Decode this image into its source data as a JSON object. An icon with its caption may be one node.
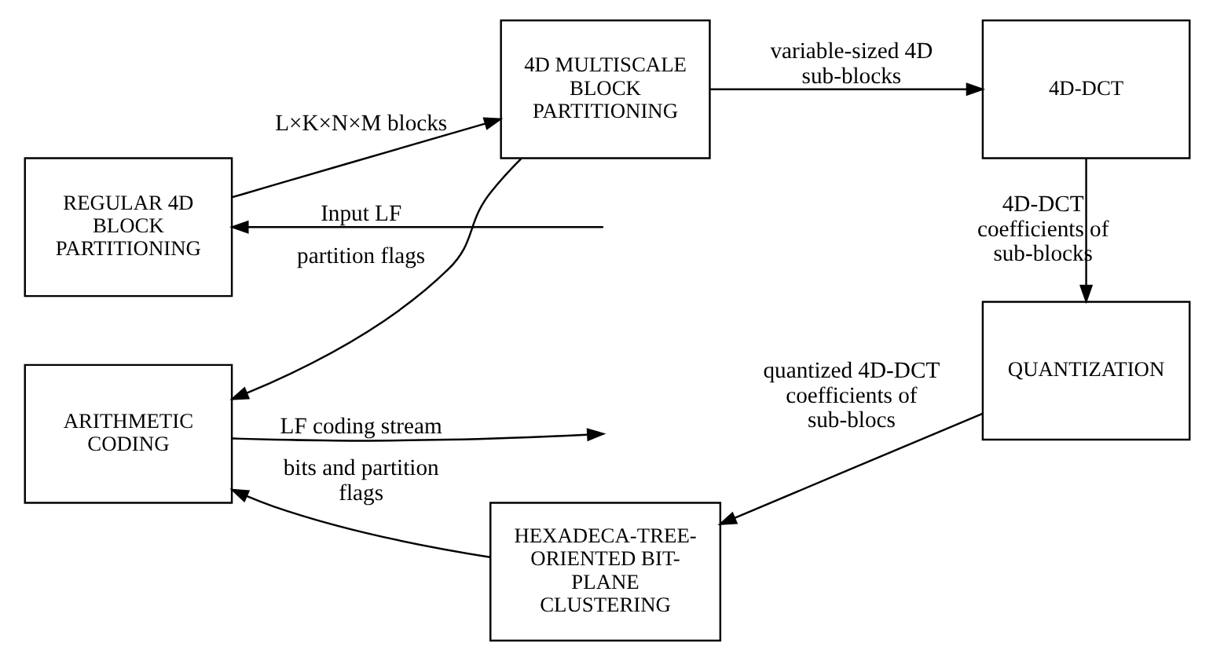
{
  "diagram": {
    "nodes": [
      {
        "text": [
          "REGULAR 4D BLOCK PARTITIONING"
        ]
      },
      {
        "text": [
          "4D MULTISCALE BLOCK PARTITIONING"
        ]
      },
      {
        "text": [
          "4D-DCT"
        ]
      },
      {
        "text": [
          "QUANTIZATION"
        ]
      },
      {
        "text": [
          "ARITHMETIC CODING"
        ]
      },
      {
        "text": [
          "HEXADECA-TREE-ORIENTED BIT-PLANE CLUSTERING"
        ]
      }
    ],
    "edges": [
      {
        "from": null,
        "to": 0,
        "arrow": "to",
        "label": "Input LF"
      },
      {
        "from": 0,
        "to": 1,
        "arrow": "to",
        "label": "L×K×N×M blocks"
      },
      {
        "from": 1,
        "to": 2,
        "arrow": "to",
        "label": "variable-sized 4D sub-blocks"
      },
      {
        "from": 1,
        "to": 4,
        "arrow": "to",
        "label": "partition flags"
      },
      {
        "from": 2,
        "to": 3,
        "arrow": "to",
        "label": "4D-DCT coefficients of sub-blocks"
      },
      {
        "from": 3,
        "to": 5,
        "arrow": "to",
        "label": "quantized 4D-DCT coefficients of sub-blocs"
      },
      {
        "from": 5,
        "to": 4,
        "arrow": "to",
        "label": "bits and partition flags"
      },
      {
        "from": 4,
        "to": null,
        "arrow": "to",
        "label": "LF coding stream"
      }
    ]
  }
}
